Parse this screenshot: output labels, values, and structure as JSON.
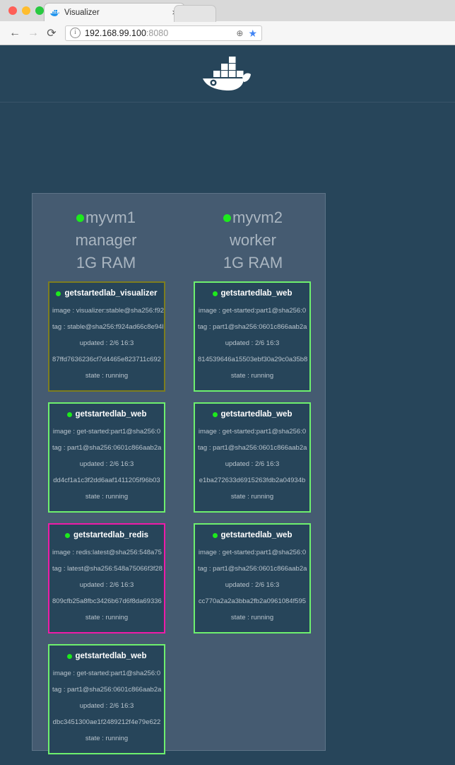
{
  "browser": {
    "tab_title": "Visualizer",
    "tab_favicon": "docker-whale-icon",
    "close_label": "×",
    "back_label": "←",
    "forward_label": "→",
    "reload_label": "⟳",
    "info_label": "i",
    "url_host": "192.168.99.100",
    "url_port": ":8080",
    "zoom_label": "⊕",
    "star_label": "★"
  },
  "header": {
    "logo": "docker-whale-logo"
  },
  "nodes": [
    {
      "name": "myvm1",
      "role": "manager",
      "memory": "1G RAM",
      "status_color": "#1dea1d",
      "containers": [
        {
          "name": "getstartedlab_visualizer",
          "border_color": "#7d7d1f",
          "image": "image : visualizer:stable@sha256:f92",
          "tag": "tag : stable@sha256:f924ad66c8e94l",
          "updated": "updated : 2/6 16:3",
          "hash": "87ffd7636236cf7d4465e823711c692",
          "state": "state : running"
        },
        {
          "name": "getstartedlab_web",
          "border_color": "#6ef06e",
          "image": "image : get-started:part1@sha256:0",
          "tag": "tag : part1@sha256:0601c866aab2a",
          "updated": "updated : 2/6 16:3",
          "hash": "dd4cf1a1c3f2dd6aaf1411205f96b03",
          "state": "state : running"
        },
        {
          "name": "getstartedlab_redis",
          "border_color": "#ef1ba8",
          "image": "image : redis:latest@sha256:548a75",
          "tag": "tag : latest@sha256:548a75066f3f28",
          "updated": "updated : 2/6 16:3",
          "hash": "809cfb25a8fbc3426b67d6f8da69336",
          "state": "state : running"
        },
        {
          "name": "getstartedlab_web",
          "border_color": "#6ef06e",
          "image": "image : get-started:part1@sha256:0",
          "tag": "tag : part1@sha256:0601c866aab2a",
          "updated": "updated : 2/6 16:3",
          "hash": "dbc3451300ae1f2489212f4e79e622",
          "state": "state : running"
        }
      ]
    },
    {
      "name": "myvm2",
      "role": "worker",
      "memory": "1G RAM",
      "status_color": "#1dea1d",
      "containers": [
        {
          "name": "getstartedlab_web",
          "border_color": "#6ef06e",
          "image": "image : get-started:part1@sha256:0",
          "tag": "tag : part1@sha256:0601c866aab2a",
          "updated": "updated : 2/6 16:3",
          "hash": "814539646a15503ebf30a29c0a35b8",
          "state": "state : running"
        },
        {
          "name": "getstartedlab_web",
          "border_color": "#6ef06e",
          "image": "image : get-started:part1@sha256:0",
          "tag": "tag : part1@sha256:0601c866aab2a",
          "updated": "updated : 2/6 16:3",
          "hash": "e1ba272633d6915263fdb2a04934b",
          "state": "state : running"
        },
        {
          "name": "getstartedlab_web",
          "border_color": "#6ef06e",
          "image": "image : get-started:part1@sha256:0",
          "tag": "tag : part1@sha256:0601c866aab2a",
          "updated": "updated : 2/6 16:3",
          "hash": "cc770a2a2a3bba2fb2a0961084f595",
          "state": "state : running"
        }
      ]
    }
  ],
  "colors": {
    "page_bg": "#27455a",
    "board_bg": "#455b71",
    "card_bg": "#27455a",
    "text_muted": "#b9c4cd",
    "node_text": "#aab6c1"
  }
}
